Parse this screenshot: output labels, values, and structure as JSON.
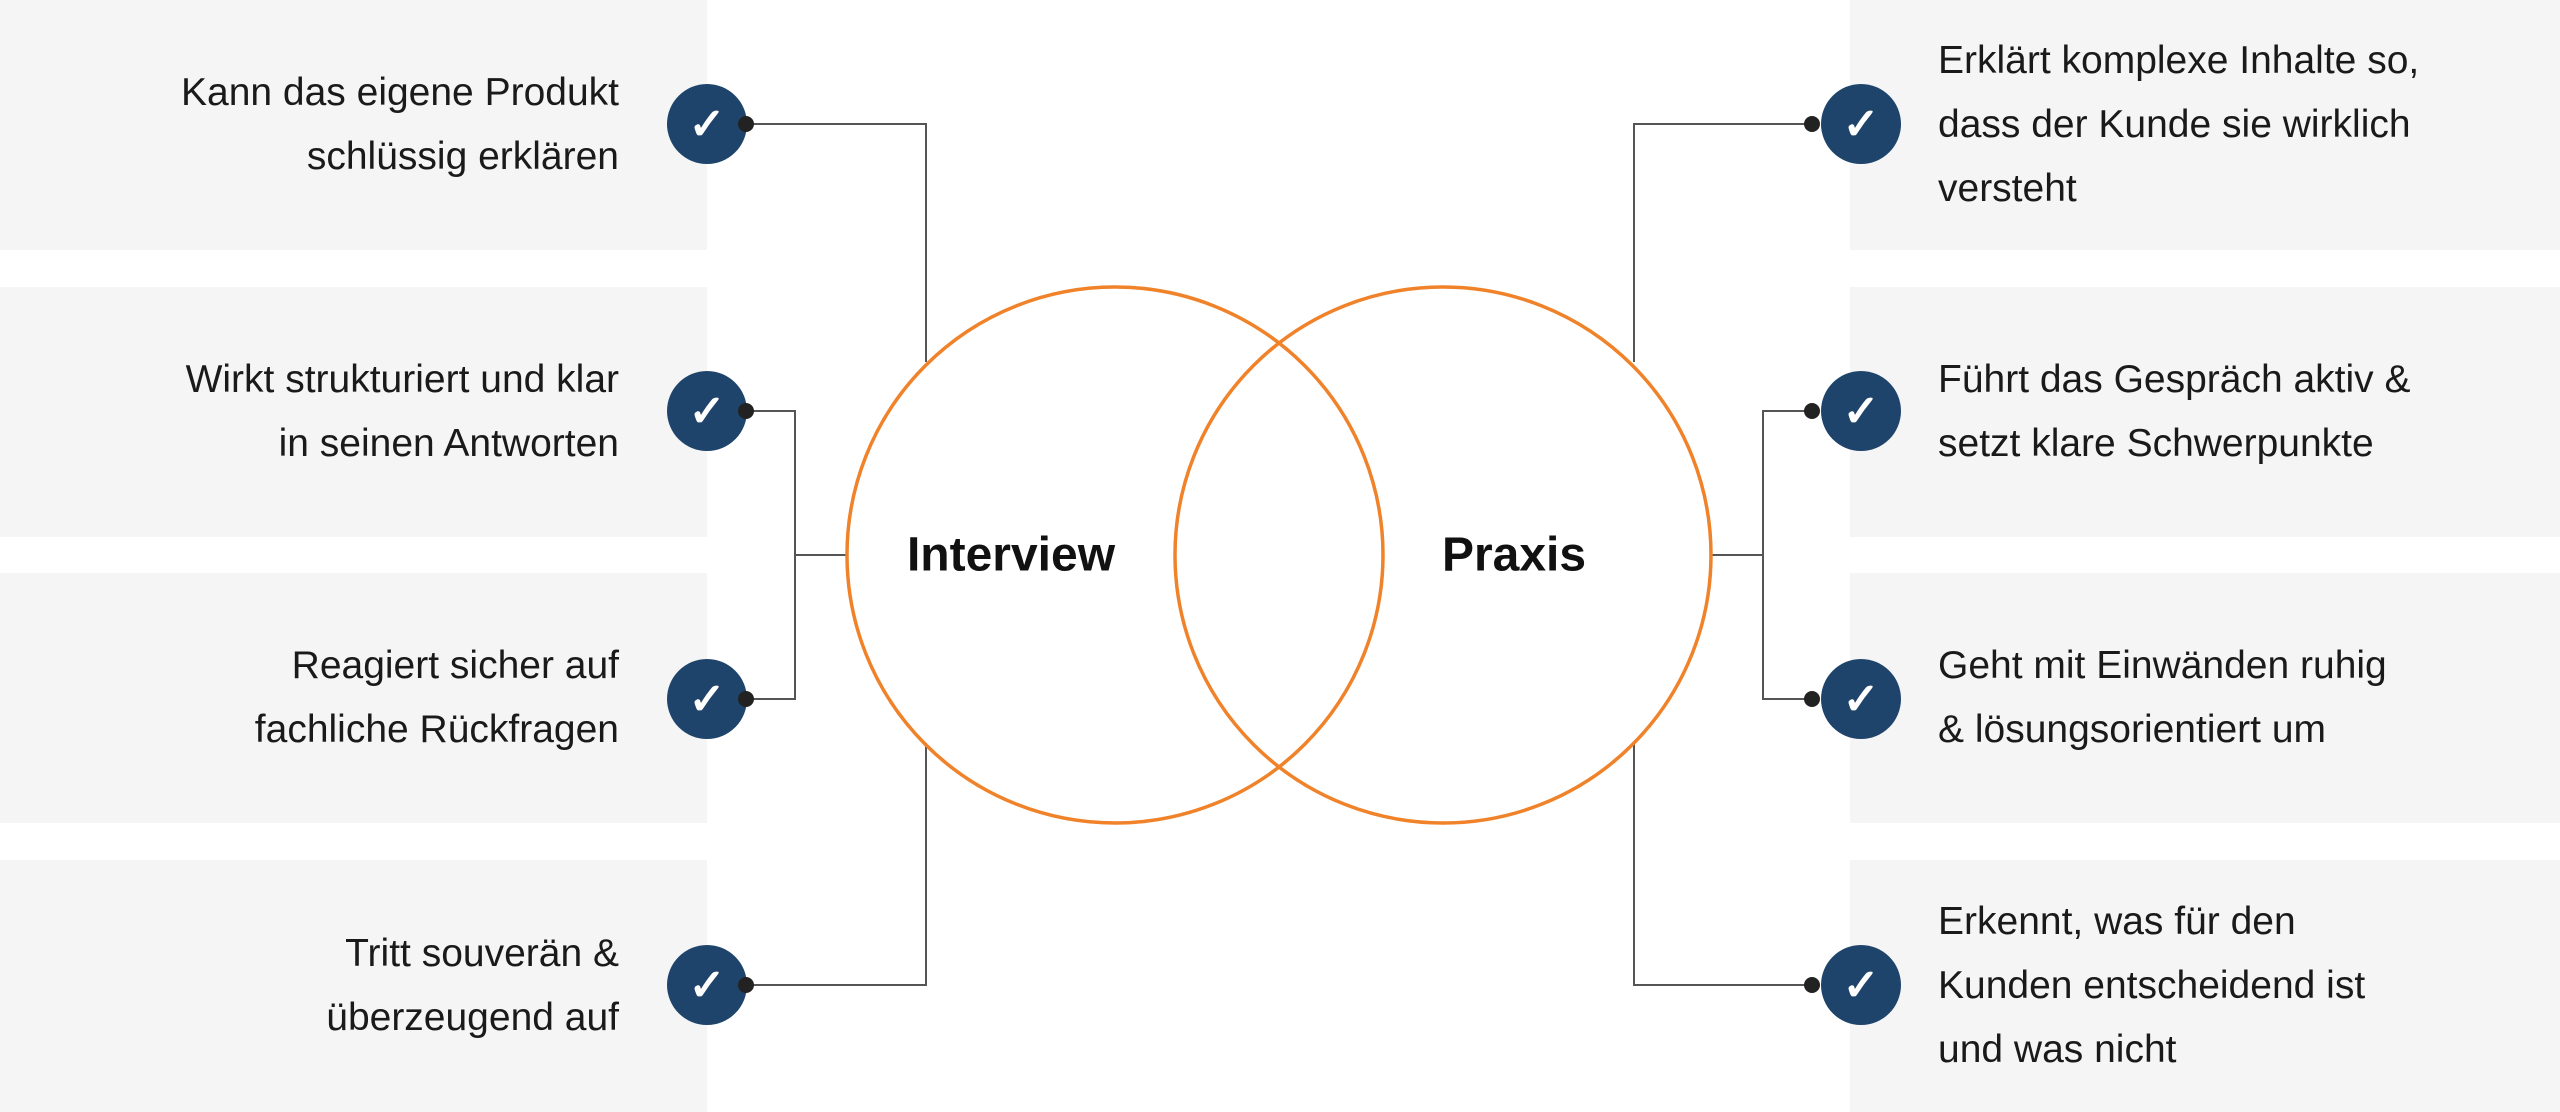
{
  "colors": {
    "accent": "#f0822a",
    "check": "#1f446b",
    "panel": "#f5f5f5",
    "line": "#555555"
  },
  "venn": {
    "left_label": "Interview",
    "right_label": "Praxis"
  },
  "left_items": [
    {
      "lines": [
        "Kann das eigene Produkt",
        "schlüssig erklären"
      ],
      "icon": "check-icon"
    },
    {
      "lines": [
        "Wirkt strukturiert und klar",
        "in seinen Antworten"
      ],
      "icon": "check-icon"
    },
    {
      "lines": [
        "Reagiert sicher auf",
        "fachliche Rückfragen"
      ],
      "icon": "check-icon"
    },
    {
      "lines": [
        "Tritt souverän &",
        "überzeugend auf"
      ],
      "icon": "check-icon"
    }
  ],
  "right_items": [
    {
      "lines": [
        "Erklärt komplexe Inhalte so,",
        "dass der Kunde sie wirklich",
        "versteht"
      ],
      "icon": "check-icon"
    },
    {
      "lines": [
        "Führt das Gespräch aktiv &",
        "setzt klare Schwerpunkte"
      ],
      "icon": "check-icon"
    },
    {
      "lines": [
        "Geht mit Einwänden ruhig",
        "& lösungsorientiert um"
      ],
      "icon": "check-icon"
    },
    {
      "lines": [
        "Erkennt, was für den",
        "Kunden entscheidend ist",
        "und was nicht"
      ],
      "icon": "check-icon"
    }
  ]
}
